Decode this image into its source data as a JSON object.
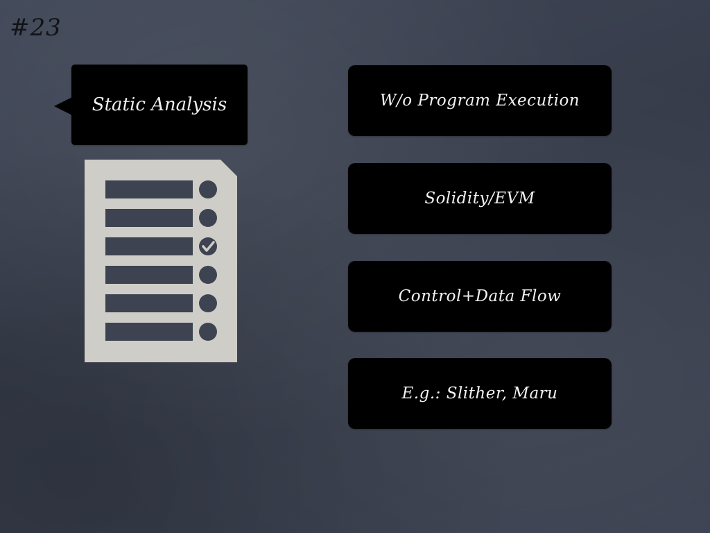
{
  "slide": {
    "number": "#23",
    "callout_label": "Static Analysis",
    "checklist_icon": {
      "name": "checklist-document-icon",
      "rows": 6,
      "checked_row": 3
    },
    "points": [
      {
        "text": "W/o Program Execution"
      },
      {
        "text": "Solidity/EVM"
      },
      {
        "text": "Control+Data Flow"
      },
      {
        "text": "E.g.: Slither, Maru"
      }
    ],
    "colors": {
      "background": "#3a4150",
      "box": "#000000",
      "text": "#f2f2f2",
      "icon": "#cfcdc8",
      "icon_dark": "#3d4350"
    }
  }
}
